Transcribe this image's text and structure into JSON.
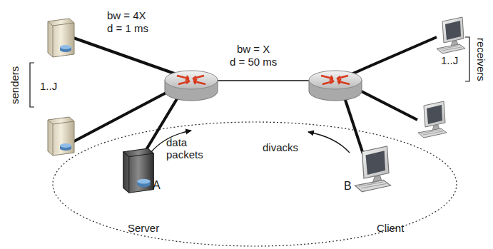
{
  "diagram": {
    "nodes": [
      {
        "text": [
          "A",
          "Server"
        ]
      },
      {
        "text": [
          "B",
          "Client"
        ]
      }
    ],
    "labels": [
      "bw = 4X",
      "d = 1 ms",
      "bw = X",
      "d = 50 ms",
      "senders",
      "1..J",
      "receivers",
      "1..J",
      "data packets",
      "divacks"
    ]
  }
}
